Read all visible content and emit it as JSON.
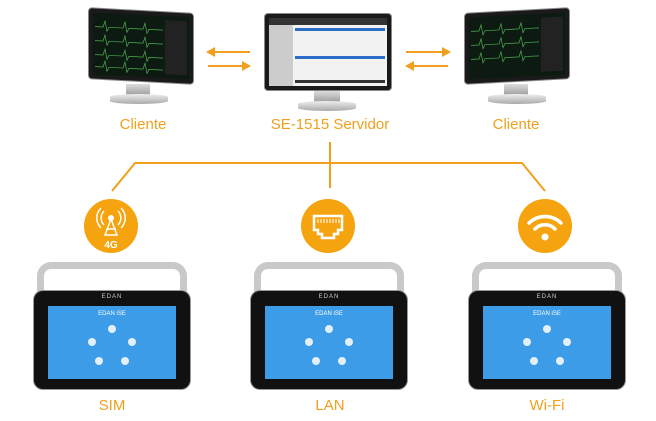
{
  "server": {
    "label": "SE-1515 Servidor"
  },
  "clients": [
    {
      "label": "Cliente"
    },
    {
      "label": "Cliente"
    }
  ],
  "connections": [
    {
      "label": "SIM",
      "icon": "cell-tower-4g-icon",
      "badge": "4G"
    },
    {
      "label": "LAN",
      "icon": "ethernet-port-icon"
    },
    {
      "label": "Wi-Fi",
      "icon": "wifi-icon"
    }
  ],
  "device": {
    "brand": "EDAN",
    "logo": "EDAN iSE"
  },
  "colors": {
    "accent": "#f5a30f",
    "tablet_screen": "#3d9ce8"
  }
}
